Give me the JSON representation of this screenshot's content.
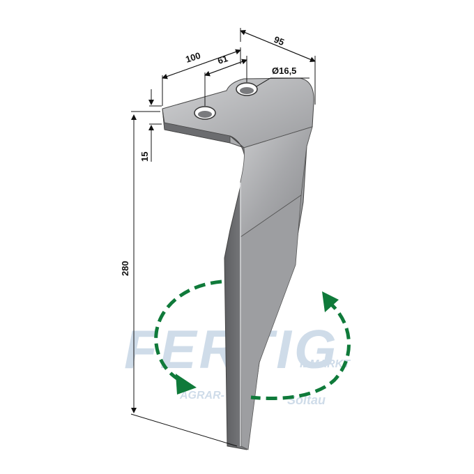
{
  "dimensions": {
    "width_top": "95",
    "width_outer": "100",
    "hole_spacing": "61",
    "hole_diameter": "Ø16,5",
    "thickness": "15",
    "height": "280"
  },
  "watermark": {
    "brand": "FERTIG",
    "tagline_left": "AGRAR-",
    "tagline_right": "ILMARKT",
    "city": "Soltau"
  },
  "colors": {
    "arrow_green": "#0f7a3a",
    "steel_dark": "#6f7073",
    "steel_light": "#b9babc",
    "watermark_blue": "#c7d6e6",
    "line": "#111111"
  }
}
